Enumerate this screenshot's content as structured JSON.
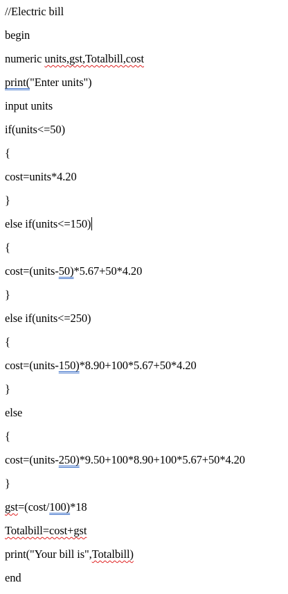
{
  "document": {
    "lines": [
      [
        "//Electric bill"
      ],
      [
        "begin"
      ],
      [
        "numeric ",
        {
          "t": "units,gst,Totalbill,cost",
          "m": "sp"
        }
      ],
      [
        {
          "t": "print(",
          "m": "gr"
        },
        "\"Enter units\")"
      ],
      [
        "input units"
      ],
      [
        "if(units<=50)"
      ],
      [
        "{"
      ],
      [
        "cost=units*4.20"
      ],
      [
        "}"
      ],
      [
        "else if(units<=150)"
      ],
      [
        "{"
      ],
      [
        "cost=(units-",
        {
          "t": "50)",
          "m": "gr"
        },
        "*5.67+50*4.20"
      ],
      [
        "}"
      ],
      [
        "else if(units<=250)"
      ],
      [
        "{"
      ],
      [
        "cost=(units-",
        {
          "t": "150)",
          "m": "gr"
        },
        "*8.90+100*5.67+50*4.20"
      ],
      [
        "}"
      ],
      [
        "else"
      ],
      [
        "{"
      ],
      [
        "cost=(units-",
        {
          "t": "250)",
          "m": "gr"
        },
        "*9.50+100*8.90+100*5.67+50*4.20"
      ],
      [
        "}"
      ],
      [
        {
          "t": "gst",
          "m": "sp"
        },
        "=(cost/",
        {
          "t": "100)",
          "m": "gr"
        },
        "*18"
      ],
      [
        {
          "t": "Totalbill=cost+gst",
          "m": "sp"
        }
      ],
      [
        "print(\"Your bill is\",",
        {
          "t": "Totalbill)",
          "m": "sp"
        }
      ],
      [
        "end"
      ]
    ],
    "caret_line": 9
  },
  "colors": {
    "text": "#000000",
    "spelling_underline": "#e02020",
    "grammar_underline": "#3a6fc9",
    "background": "#ffffff"
  }
}
